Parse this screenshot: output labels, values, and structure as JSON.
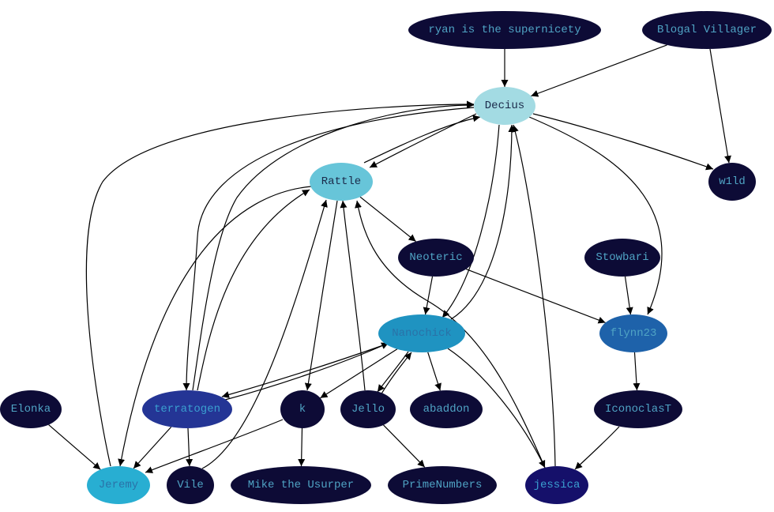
{
  "graph": {
    "nodes": [
      {
        "id": "ryan",
        "label": "ryan is the supernicety",
        "fill": "#0d0b36",
        "text_color": "#4fa3c4"
      },
      {
        "id": "blogal",
        "label": "Blogal Villager",
        "fill": "#0d0b36",
        "text_color": "#4fa3c4"
      },
      {
        "id": "decius",
        "label": "Decius",
        "fill": "#a3dbe3",
        "text_color": "#1b2a4a"
      },
      {
        "id": "rattle",
        "label": "Rattle",
        "fill": "#67c5d9",
        "text_color": "#1b2a4a"
      },
      {
        "id": "wild",
        "label": "w1ld",
        "fill": "#0d0b36",
        "text_color": "#4fa3c4"
      },
      {
        "id": "neoteric",
        "label": "Neoteric",
        "fill": "#0d0b36",
        "text_color": "#4fa3c4"
      },
      {
        "id": "stowbari",
        "label": "Stowbari",
        "fill": "#0d0b36",
        "text_color": "#4fa3c4"
      },
      {
        "id": "nanochick",
        "label": "Nanochick",
        "fill": "#1f93c1",
        "text_color": "#2a72a8"
      },
      {
        "id": "flynn",
        "label": "flynn23",
        "fill": "#1e62aa",
        "text_color": "#4fa3c4"
      },
      {
        "id": "elonka",
        "label": "Elonka",
        "fill": "#0d0b36",
        "text_color": "#4fa3c4"
      },
      {
        "id": "terratogen",
        "label": "terratogen",
        "fill": "#243595",
        "text_color": "#3a9fd0"
      },
      {
        "id": "k",
        "label": "k",
        "fill": "#0d0b36",
        "text_color": "#4fa3c4"
      },
      {
        "id": "jello",
        "label": "Jello",
        "fill": "#0d0b36",
        "text_color": "#4fa3c4"
      },
      {
        "id": "abaddon",
        "label": "abaddon",
        "fill": "#0d0b36",
        "text_color": "#4fa3c4"
      },
      {
        "id": "iconoclast",
        "label": "IconoclasT",
        "fill": "#0d0b36",
        "text_color": "#4fa3c4"
      },
      {
        "id": "jeremy",
        "label": "Jeremy",
        "fill": "#28aed2",
        "text_color": "#2a72a8"
      },
      {
        "id": "vile",
        "label": "Vile",
        "fill": "#0d0b36",
        "text_color": "#4fa3c4"
      },
      {
        "id": "mike",
        "label": "Mike the Usurper",
        "fill": "#0d0b36",
        "text_color": "#4fa3c4"
      },
      {
        "id": "prime",
        "label": "PrimeNumbers",
        "fill": "#0d0b36",
        "text_color": "#4fa3c4"
      },
      {
        "id": "jessica",
        "label": "jessica",
        "fill": "#15106a",
        "text_color": "#3a9fd0"
      }
    ],
    "edges": [
      {
        "from": "ryan",
        "to": "decius"
      },
      {
        "from": "blogal",
        "to": "decius"
      },
      {
        "from": "blogal",
        "to": "wild"
      },
      {
        "from": "decius",
        "to": "wild"
      },
      {
        "from": "decius",
        "to": "flynn"
      },
      {
        "from": "decius",
        "to": "rattle"
      },
      {
        "from": "rattle",
        "to": "decius"
      },
      {
        "from": "decius",
        "to": "nanochick"
      },
      {
        "from": "nanochick",
        "to": "decius"
      },
      {
        "from": "decius",
        "to": "terratogen"
      },
      {
        "from": "terratogen",
        "to": "decius"
      },
      {
        "from": "jeremy",
        "to": "decius"
      },
      {
        "from": "jessica",
        "to": "decius"
      },
      {
        "from": "rattle",
        "to": "neoteric"
      },
      {
        "from": "rattle",
        "to": "jeremy"
      },
      {
        "from": "rattle",
        "to": "k"
      },
      {
        "from": "terratogen",
        "to": "rattle"
      },
      {
        "from": "vile",
        "to": "rattle"
      },
      {
        "from": "jello",
        "to": "rattle"
      },
      {
        "from": "jessica",
        "to": "rattle"
      },
      {
        "from": "neoteric",
        "to": "nanochick"
      },
      {
        "from": "neoteric",
        "to": "flynn"
      },
      {
        "from": "stowbari",
        "to": "flynn"
      },
      {
        "from": "flynn",
        "to": "iconoclast"
      },
      {
        "from": "nanochick",
        "to": "terratogen"
      },
      {
        "from": "terratogen",
        "to": "nanochick"
      },
      {
        "from": "nanochick",
        "to": "k"
      },
      {
        "from": "nanochick",
        "to": "jello"
      },
      {
        "from": "jello",
        "to": "nanochick"
      },
      {
        "from": "nanochick",
        "to": "abaddon"
      },
      {
        "from": "nanochick",
        "to": "jessica"
      },
      {
        "from": "elonka",
        "to": "jeremy"
      },
      {
        "from": "terratogen",
        "to": "jeremy"
      },
      {
        "from": "terratogen",
        "to": "vile"
      },
      {
        "from": "k",
        "to": "jeremy"
      },
      {
        "from": "k",
        "to": "mike"
      },
      {
        "from": "jello",
        "to": "prime"
      },
      {
        "from": "iconoclast",
        "to": "jessica"
      }
    ]
  }
}
